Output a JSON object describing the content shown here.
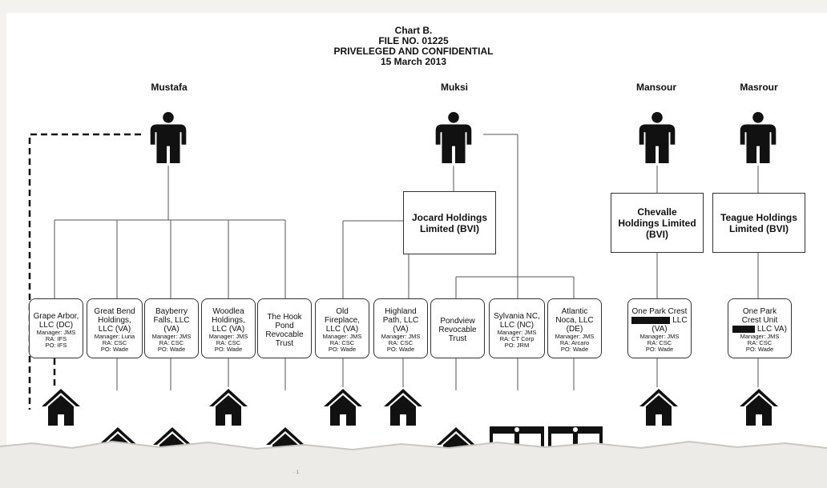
{
  "header": {
    "line1": "Chart B.",
    "line2": "FILE NO. 01225",
    "line3": "PRIVELEGED AND CONFIDENTIAL",
    "line4": "15 March 2013"
  },
  "persons": [
    {
      "name": "Mustafa"
    },
    {
      "name": "Muksi"
    },
    {
      "name": "Mansour"
    },
    {
      "name": "Masrour"
    }
  ],
  "holdings": [
    {
      "name": "Jocard Holdings Limited (BVI)"
    },
    {
      "name": "Chevalle Holdings Limited (BVI)"
    },
    {
      "name": "Teague Holdings Limited (BVI)"
    }
  ],
  "entities": [
    {
      "name1": "Grape Arbor,",
      "name2": "LLC (DC)",
      "manager": "Manager: JMS",
      "ra": "RA: IFS",
      "po": "PO: IFS"
    },
    {
      "name1": "Great Bend",
      "name2": "Holdings,",
      "name3": "LLC (VA)",
      "manager": "Manager: Luria",
      "ra": "RA: CSC",
      "po": "PO: Wade"
    },
    {
      "name1": "Bayberry",
      "name2": "Falls, LLC",
      "name3": "(VA)",
      "manager": "Manager: JMS",
      "ra": "RA: CSC",
      "po": "PO: Wade"
    },
    {
      "name1": "Woodlea",
      "name2": "Holdings,",
      "name3": "LLC (VA)",
      "manager": "Manager: JMS",
      "ra": "RA: CSC",
      "po": "PO: Wade"
    },
    {
      "name1": "The Hook",
      "name2": "Pond",
      "name3": "Revocable",
      "name4": "Trust"
    },
    {
      "name1": "Old",
      "name2": "Fireplace,",
      "name3": "LLC (VA)",
      "manager": "Manager: JMS",
      "ra": "RA: CSC",
      "po": "PO: Wade"
    },
    {
      "name1": "Highland",
      "name2": "Path, LLC",
      "name3": "(VA)",
      "manager": "Manager: JMS",
      "ra": "RA: CSC",
      "po": "PO: Wade"
    },
    {
      "name1": "Pondview",
      "name2": "Revocable",
      "name3": "Trust"
    },
    {
      "name1": "Sylvania NC,",
      "name2": "LLC (NC)",
      "manager": "Manager: JMS",
      "ra": "RA: CT Corp",
      "po": "PO: JRM"
    },
    {
      "name1": "Atlantic",
      "name2": "Noca, LLC",
      "name3": "(DE)",
      "manager": "Manager: JMS",
      "ra": "RA: Arcaro",
      "po": "PO: Wade"
    },
    {
      "name1": "One Park Crest",
      "name2": "LLC",
      "name3": "(VA)",
      "manager": "Manager: JMS",
      "ra": "RA: CSC",
      "po": "PO: Wade"
    },
    {
      "name1": "One Park",
      "name2": "Crest Unit",
      "name3": "LLC VA)",
      "manager": "Manager: JMS",
      "ra": "RA: CSC",
      "po": "PO: Wade"
    }
  ],
  "icons": {
    "person": "person-icon",
    "house": "house-icon",
    "storefront": "storefront-icon"
  },
  "footer": {
    "note": "· 1"
  },
  "colors": {
    "ink": "#111111",
    "paper": "#ffffff",
    "background": "#f3f2ef"
  }
}
